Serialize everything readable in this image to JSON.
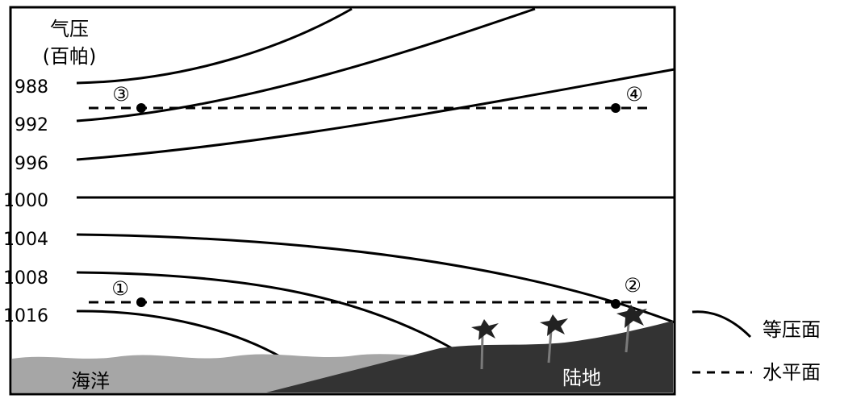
{
  "axis": {
    "title_line1": "气压",
    "title_line2": "(百帕)",
    "ticks": [
      "988",
      "992",
      "996",
      "1000",
      "1004",
      "1008",
      "1016"
    ]
  },
  "points": {
    "p1": "①",
    "p2": "②",
    "p3": "③",
    "p4": "④"
  },
  "regions": {
    "sea": "海洋",
    "land": "陆地"
  },
  "legend": {
    "isobaric_label": "等压面",
    "horizontal_label": "水平面"
  },
  "colors": {
    "line": "#000000",
    "sea": "#a6a6a6",
    "land": "#333333",
    "tree": "#7a7a7a"
  }
}
